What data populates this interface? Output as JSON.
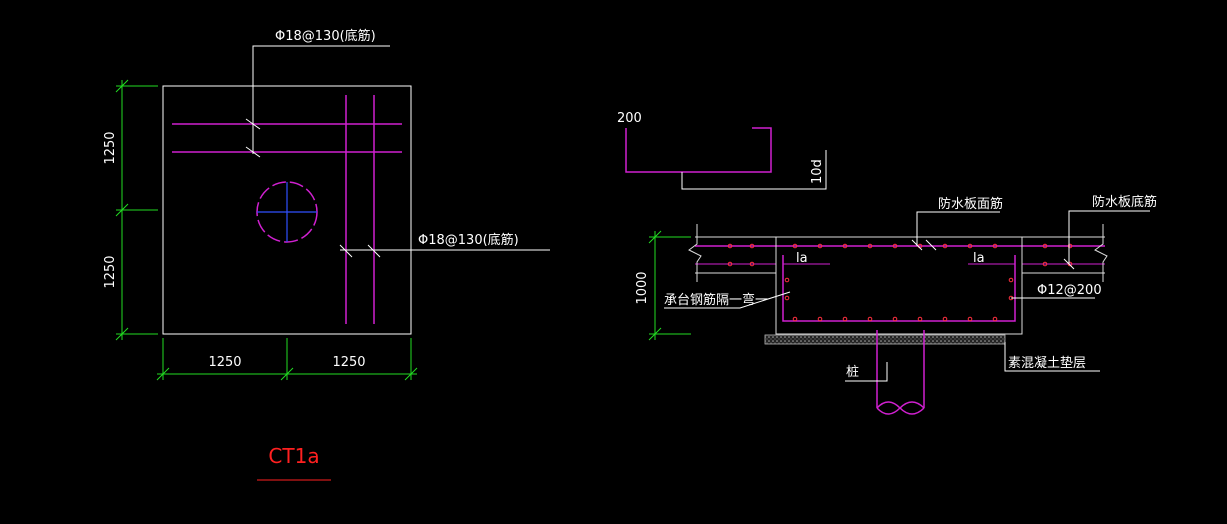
{
  "colors": {
    "background": "#000000",
    "outline": "#ffffff",
    "rebar": "#d020d0",
    "dimension": "#22dd22",
    "leader": "#ffffff",
    "pile": "#d020d0",
    "pile_axis": "#3050ff",
    "title": "#ff2020",
    "waterproof": "#dddddd"
  },
  "plan": {
    "rebar_label_top": "Φ18@130(底筋)",
    "rebar_label_right": "Φ18@130(底筋)",
    "dim_left_upper": "1250",
    "dim_left_lower": "1250",
    "dim_bottom_left": "1250",
    "dim_bottom_right": "1250",
    "title": "CT1a"
  },
  "bar_shape": {
    "dim_top": "200",
    "dim_side": "10d"
  },
  "section": {
    "label_waterproof_top": "防水板面筋",
    "label_waterproof_bottom": "防水板底筋",
    "label_la_left": "la",
    "label_la_right": "la",
    "label_depth": "1000",
    "label_cap_stirrup": "承台钢筋隔一弯一",
    "label_stirrup": "Φ12@200",
    "label_pile": "桩",
    "label_cushion": "素混凝土垫层"
  }
}
